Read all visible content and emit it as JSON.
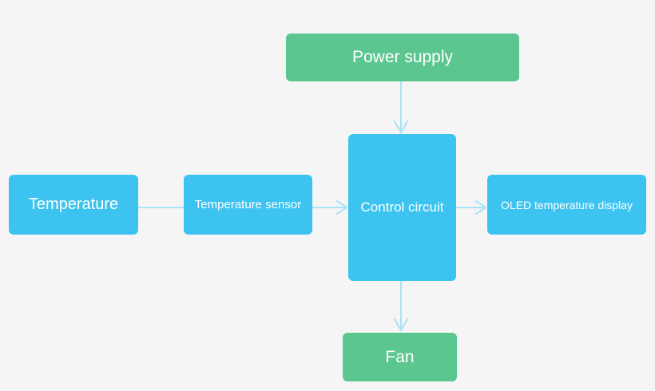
{
  "diagram": {
    "nodes": {
      "power_supply": "Power supply",
      "temperature": "Temperature",
      "temperature_sensor": "Temperature sensor",
      "control_circuit": "Control circuit",
      "oled_display": "OLED temperature display",
      "fan": "Fan"
    },
    "edges": [
      {
        "from": "temperature",
        "to": "temperature_sensor",
        "arrow": false
      },
      {
        "from": "temperature_sensor",
        "to": "control_circuit",
        "arrow": true
      },
      {
        "from": "power_supply",
        "to": "control_circuit",
        "arrow": true
      },
      {
        "from": "control_circuit",
        "to": "oled_display",
        "arrow": true
      },
      {
        "from": "control_circuit",
        "to": "fan",
        "arrow": true
      }
    ]
  },
  "colors": {
    "background": "#f5f5f5",
    "blue_node": "#3cc3ef",
    "green_node": "#5bc690",
    "connector": "#a8e2f7",
    "text": "#ffffff"
  }
}
